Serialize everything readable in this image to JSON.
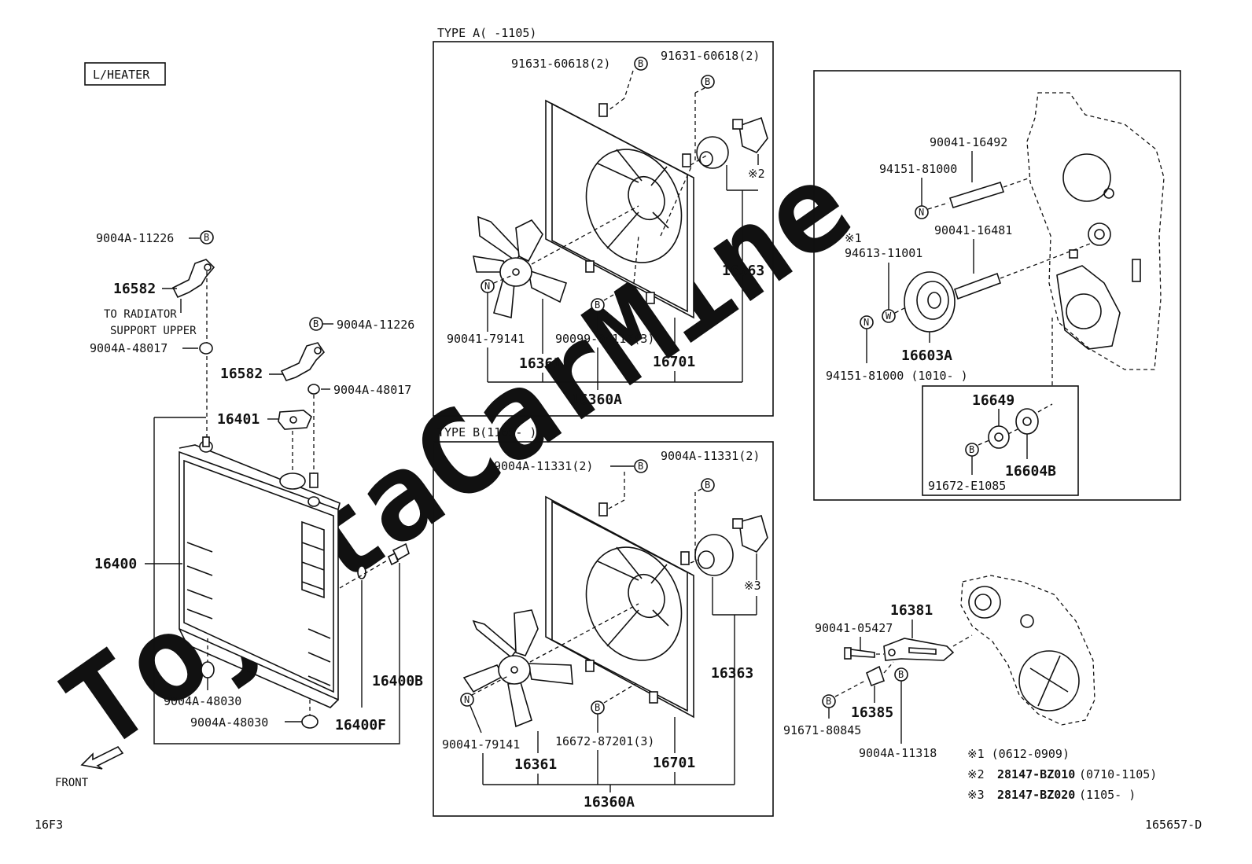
{
  "header": {
    "lheater": "L/HEATER"
  },
  "footer": {
    "left_code": "16F3",
    "right_code": "165657-D",
    "front": "FRONT"
  },
  "watermark": "ToyotaCarMine",
  "symbols": {
    "B": "B",
    "N": "N",
    "W": "W"
  },
  "left": {
    "l1": "9004A-11226",
    "l2": "16582",
    "l3": "TO RADIATOR",
    "l4": "SUPPORT UPPER",
    "l5": "9004A-48017",
    "l6": "9004A-11226",
    "l7": "16582",
    "l8": "9004A-48017",
    "l9": "16401",
    "l10": "16400",
    "l11": "16400B",
    "l12": "9004A-48030",
    "l13": "9004A-48030",
    "l14": "16400F"
  },
  "typeA": {
    "title": "TYPE A(     -1105)",
    "a1": "91631-60618(2)",
    "a2": "91631-60618(2)",
    "a3": "※2",
    "a4": "16363",
    "a5": "90041-79141",
    "a6": "90099-04117(3)",
    "a7": "16361",
    "a8": "16701",
    "a9": "16360A"
  },
  "typeB": {
    "title": "TYPE B(1105-     )",
    "b1": "9004A-11331(2)",
    "b2": "9004A-11331(2)",
    "b3": "※3",
    "b4": "16363",
    "b5": "90041-79141",
    "b6": "16672-87201(3)",
    "b7": "16361",
    "b8": "16701",
    "b9": "16360A"
  },
  "idler": {
    "r1": "90041-16492",
    "r2": "94151-81000",
    "r3": "※1",
    "r4": "94613-11001",
    "r5": "90041-16481",
    "r6": "16603A",
    "r7": "94151-81000 (1010-    )",
    "r8": "16649",
    "r9": "16604B",
    "r10": "91672-E1085"
  },
  "bracket": {
    "c1": "16381",
    "c2": "90041-05427",
    "c3": "16385",
    "c4": "91671-80845",
    "c5": "9004A-11318"
  },
  "notes": {
    "n1": "※1  (0612-0909)",
    "n2_mark": "※2",
    "n2_part": "28147-BZ010",
    "n2_range": "(0710-1105)",
    "n3_mark": "※3",
    "n3_part": "28147-BZ020",
    "n3_range": "(1105-     )"
  }
}
